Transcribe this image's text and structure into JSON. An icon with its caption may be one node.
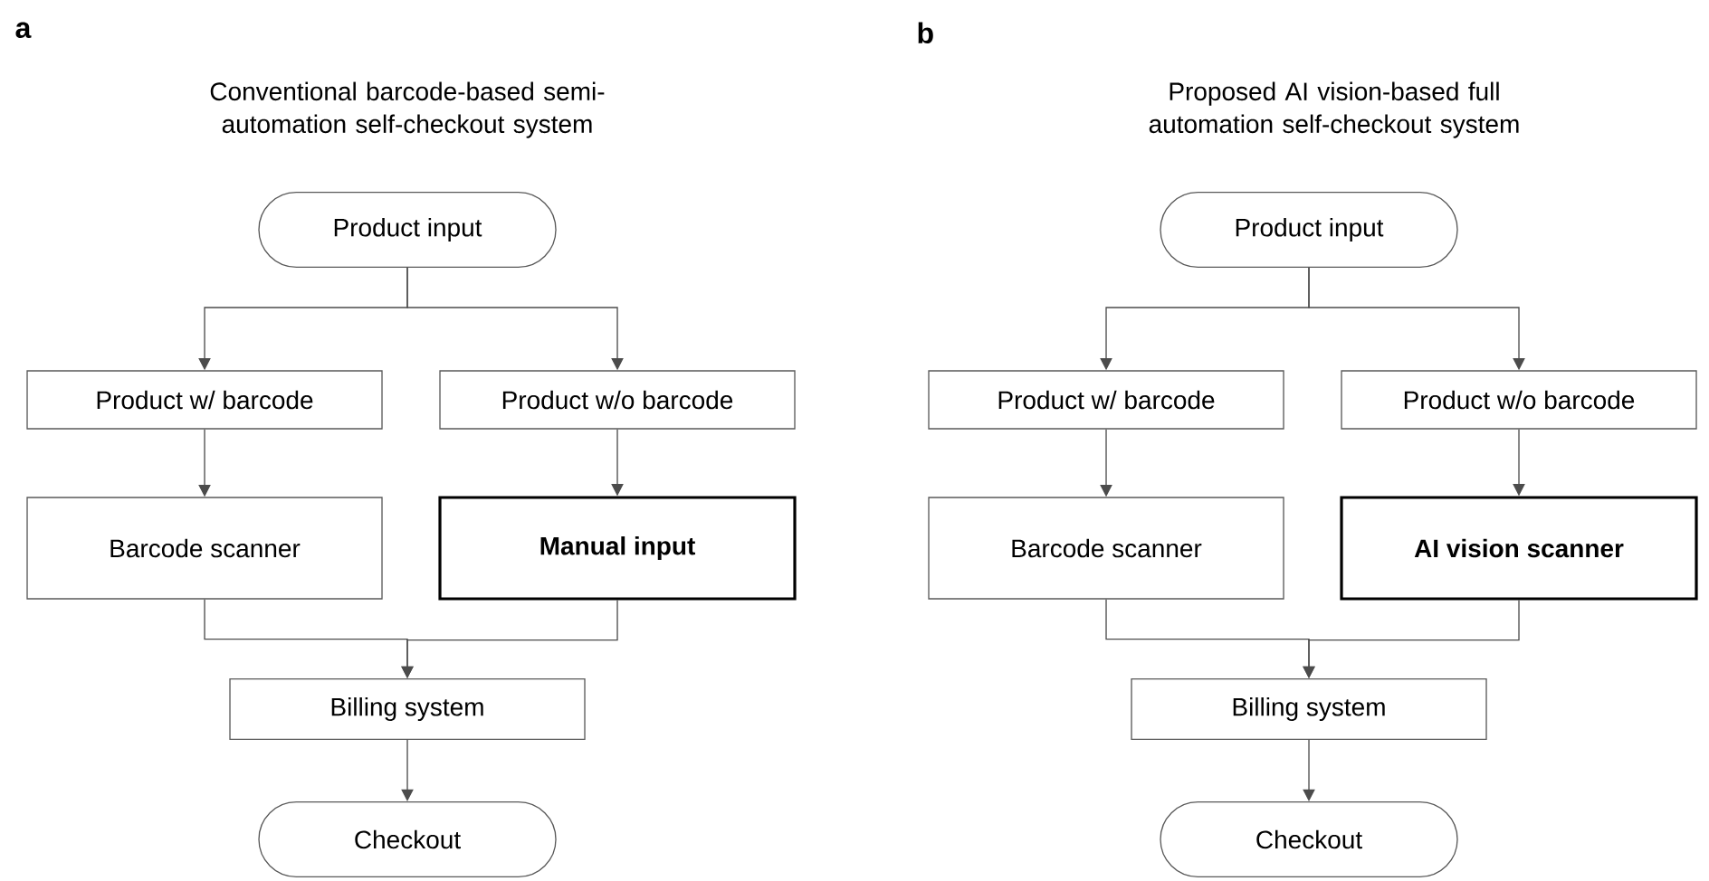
{
  "diagram": {
    "nodes": [
      {
        "text": [
          "Product input"
        ]
      },
      {
        "text": [
          "Product w/ barcode"
        ]
      },
      {
        "text": [
          "Product w/o barcode"
        ]
      },
      {
        "text": [
          "Barcode scanner"
        ]
      },
      {
        "text": [
          "Manual input"
        ]
      },
      {
        "text": [
          "Billing system"
        ]
      },
      {
        "text": [
          "Checkout"
        ]
      },
      {
        "text": [
          "Product input"
        ]
      },
      {
        "text": [
          "Product w/ barcode"
        ]
      },
      {
        "text": [
          "Product w/o barcode"
        ]
      },
      {
        "text": [
          "Barcode scanner"
        ]
      },
      {
        "text": [
          "AI vision scanner"
        ]
      },
      {
        "text": [
          "Billing system"
        ]
      },
      {
        "text": [
          "Checkout"
        ]
      }
    ],
    "edges": [
      {
        "from": 0,
        "to": 1,
        "arrow": "to"
      },
      {
        "from": 0,
        "to": 2,
        "arrow": "to"
      },
      {
        "from": 1,
        "to": 3,
        "arrow": "to"
      },
      {
        "from": 2,
        "to": 4,
        "arrow": "to"
      },
      {
        "from": 3,
        "to": 5,
        "arrow": "to"
      },
      {
        "from": 4,
        "to": 5,
        "arrow": "to"
      },
      {
        "from": 5,
        "to": 6,
        "arrow": "to"
      },
      {
        "from": 7,
        "to": 8,
        "arrow": "to"
      },
      {
        "from": 7,
        "to": 9,
        "arrow": "to"
      },
      {
        "from": 8,
        "to": 10,
        "arrow": "to"
      },
      {
        "from": 9,
        "to": 11,
        "arrow": "to"
      },
      {
        "from": 10,
        "to": 12,
        "arrow": "to"
      },
      {
        "from": 11,
        "to": 12,
        "arrow": "to"
      },
      {
        "from": 12,
        "to": 13,
        "arrow": "to"
      }
    ],
    "labels": [
      "a",
      "Conventional barcode-based semi-automation self-checkout system",
      "b",
      "Proposed AI vision-based full automation self-checkout system"
    ]
  }
}
